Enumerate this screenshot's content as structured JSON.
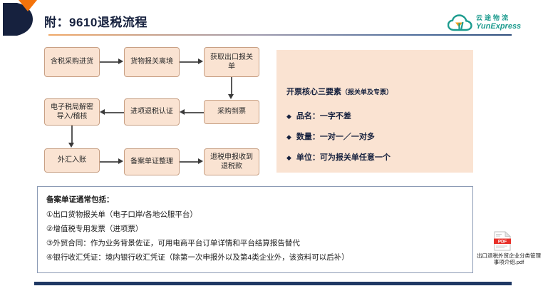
{
  "header": {
    "title": "附：9610退税流程",
    "logo": {
      "cn": "云途物流",
      "en": "YunExpress"
    }
  },
  "flow": {
    "nodes": [
      {
        "id": "n1",
        "label": "含税采购进货"
      },
      {
        "id": "n2",
        "label": "货物报关离境"
      },
      {
        "id": "n3",
        "label": "获取出口报关单"
      },
      {
        "id": "n4",
        "label": "采购到票"
      },
      {
        "id": "n5",
        "label": "进项退税认证"
      },
      {
        "id": "n6",
        "label": "电子税局解密导入/稽核"
      },
      {
        "id": "n7",
        "label": "外汇入账"
      },
      {
        "id": "n8",
        "label": "备案单证整理"
      },
      {
        "id": "n9",
        "label": "退税申报收到退税款"
      }
    ]
  },
  "info_panel": {
    "heading": "开票核心三要素",
    "heading_sub": "（报关单及专票）",
    "bullets": [
      {
        "marker": "◆",
        "text": "品名：一字不差"
      },
      {
        "marker": "◆",
        "text": "数量：一对一／一对多"
      },
      {
        "marker": "◆",
        "text": "单位：可为报关单任意一个"
      }
    ]
  },
  "note_box": {
    "title": "备案单证通常包括：",
    "lines": [
      "①出口货物报关单（电子口岸/各地公服平台）",
      "②增值税专用发票（进项票）",
      "③外贸合同：作为业务背景佐证，可用电商平台订单详情和平台结算报告替代",
      "④银行收汇凭证：境内银行收汇凭证（除第一次申报外以及第4类企业外，该资料可以后补）"
    ]
  },
  "attachment": {
    "badge": "PDF",
    "filename": "出口退税外贸企业分类管理事项介绍.pdf"
  },
  "colors": {
    "navy": "#16213E",
    "orange": "#F4730B",
    "node_fill": "#FAE3D2",
    "node_border": "#C8A084",
    "logo_green": "#1C9B8E",
    "note_border": "#8C9BB5",
    "bottom_bar": "#1F3864",
    "pdf_red": "#E8312A"
  }
}
